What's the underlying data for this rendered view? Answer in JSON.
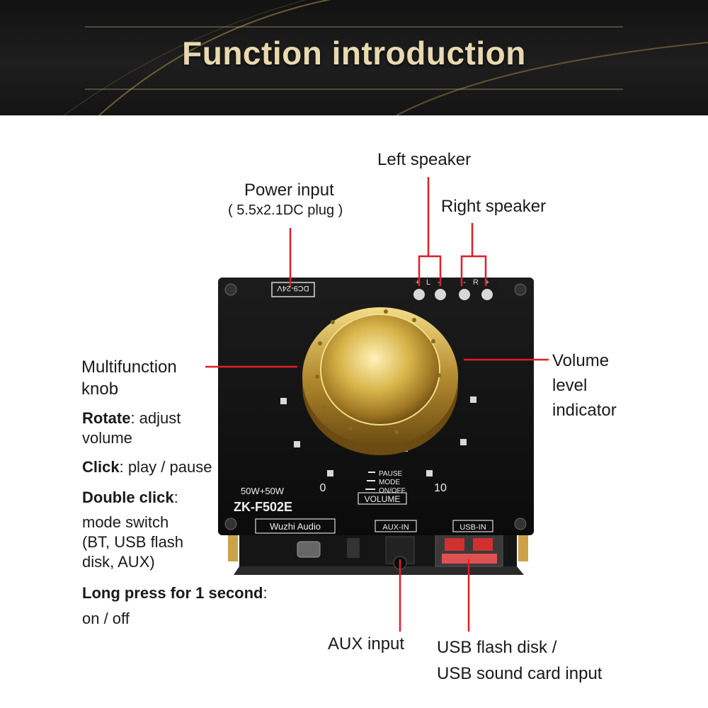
{
  "banner": {
    "title": "Function introduction"
  },
  "labels": {
    "power_input": "Power input",
    "power_plug": "( 5.5x2.1DC plug )",
    "left_speaker": "Left speaker",
    "right_speaker": "Right speaker",
    "multifunction_knob": "Multifunction\nknob",
    "volume_indicator": "Volume\nlevel\nindicator",
    "aux_input": "AUX input",
    "usb_input": "USB flash disk /\nUSB sound card input"
  },
  "knob_functions": [
    {
      "key": "Rotate",
      "value": ": adjust\nvolume"
    },
    {
      "key": "Click",
      "value": ": play / pause"
    },
    {
      "key": "Double click",
      "value": ":"
    },
    {
      "key": "",
      "value": "mode switch\n(BT, USB flash\ndisk, AUX)"
    },
    {
      "key": "Long press for 1 second",
      "value": ":"
    },
    {
      "key": "",
      "value": "on / off"
    }
  ],
  "board": {
    "dc_label": "DC9-24V",
    "terminals": [
      "+",
      "L",
      "-",
      "-",
      "R",
      "+"
    ],
    "power_rating": "50W+50W",
    "model": "ZK-F502E",
    "brand": "Wuzhi Audio",
    "aux_port": "AUX-IN",
    "usb_port": "USB-IN",
    "volume_label": "VOLUME",
    "volume_min": "0",
    "volume_max": "10",
    "knob_legend": [
      "PAUSE",
      "MODE",
      "ON/OFF"
    ]
  },
  "colors": {
    "accent_line": "#e01e26",
    "banner_text": "#e8d9b0",
    "board": "#111111",
    "knob_gold": "#d8b54a"
  }
}
